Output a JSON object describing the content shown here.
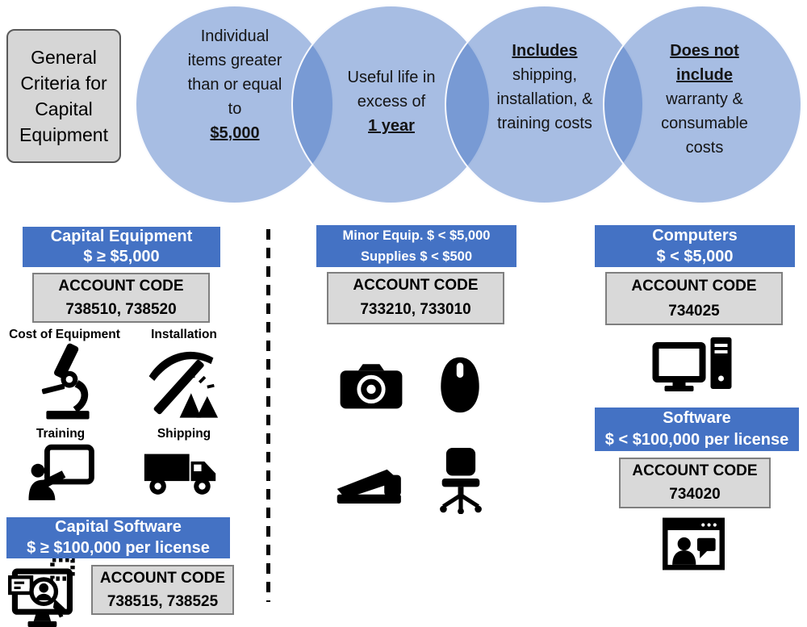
{
  "colors": {
    "header_blue": "#4472c4",
    "circle_fill": "#a9bfe2",
    "circle_overlap": "#8fa7d3",
    "account_box_gray": "#d9d9d9",
    "criteria_box_gray": "#d6d6d6"
  },
  "criteria_box": {
    "text": "General Criteria for Capital Equipment"
  },
  "circles": [
    {
      "before": "Individual items greater than or equal to",
      "emph": "$5,000",
      "after": ""
    },
    {
      "before": "Useful life in excess of",
      "emph": "1 year",
      "after": ""
    },
    {
      "before": "",
      "emph": "Includes",
      "after": "shipping, installation, & training costs"
    },
    {
      "before": "",
      "emph": "Does not include",
      "after": "warranty & consumable costs"
    }
  ],
  "left": {
    "header": {
      "line1": "Capital Equipment",
      "line2": "$ ≥ $5,000"
    },
    "account": {
      "label": "ACCOUNT CODE",
      "codes": "738510, 738520"
    },
    "items": [
      {
        "label": "Cost of Equipment",
        "icon": "microscope-icon"
      },
      {
        "label": "Installation",
        "icon": "pickaxe-icon"
      },
      {
        "label": "Training",
        "icon": "presentation-icon"
      },
      {
        "label": "Shipping",
        "icon": "truck-icon"
      }
    ],
    "software_header": {
      "line1": "Capital Software",
      "line2": "$ ≥ $100,000 per license"
    },
    "software_account": {
      "label": "ACCOUNT CODE",
      "codes": "738515, 738525"
    },
    "software_icon": "software-monitor-icon"
  },
  "middle": {
    "header": {
      "line1": "Minor Equip. $ < $5,000",
      "line2": "Supplies $ < $500"
    },
    "account": {
      "label": "ACCOUNT CODE",
      "codes": "733210, 733010"
    },
    "icons": [
      "camera-icon",
      "mouse-icon",
      "stapler-icon",
      "office-chair-icon"
    ]
  },
  "right": {
    "computers_header": {
      "line1": "Computers",
      "line2": "$ < $5,000"
    },
    "computers_account": {
      "label": "ACCOUNT CODE",
      "codes": "734025"
    },
    "computers_icon": "desktop-computer-icon",
    "software_header": {
      "line1": "Software",
      "line2": "$ < $100,000 per license"
    },
    "software_account": {
      "label": "ACCOUNT CODE",
      "codes": "734020"
    },
    "software_icon": "video-call-icon"
  }
}
